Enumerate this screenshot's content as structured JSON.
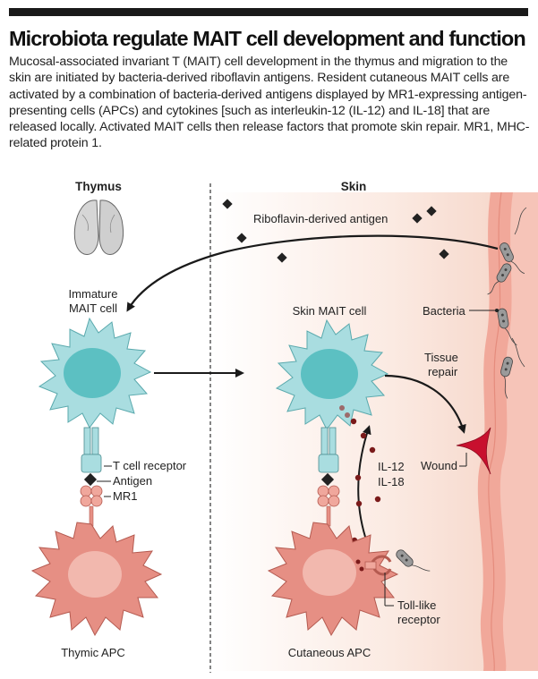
{
  "title": "Microbiota regulate MAIT cell development and function",
  "caption": "Mucosal-associated invariant T (MAIT) cell development in the thymus and migration to the skin are initiated by bacteria-derived riboflavin antigens. Resident cutaneous MAIT cells are activated by a combination of bacteria-derived antigens displayed by MR1-expressing antigen-presenting cells (APCs) and cytokines [such as interleukin-12 (IL-12) and IL-18] that are released locally. Activated MAIT cells then release factors that promote skin repair.  MR1, MHC-related protein 1.",
  "labels": {
    "thymus": "Thymus",
    "skin": "Skin",
    "riboflavin_antigen": "Riboflavin-derived antigen",
    "immature_mait_line1": "Immature",
    "immature_mait_line2": "MAIT cell",
    "skin_mait": "Skin MAIT cell",
    "bacteria": "Bacteria",
    "tissue_repair_line1": "Tissue",
    "tissue_repair_line2": "repair",
    "t_cell_receptor": "T cell receptor",
    "antigen": "Antigen",
    "mr1": "MR1",
    "il12": "IL-12",
    "il18": "IL-18",
    "wound": "Wound",
    "toll_like_line1": "Toll-like",
    "toll_like_line2": "receptor",
    "thymic_apc": "Thymic APC",
    "cutaneous_apc": "Cutaneous APC"
  },
  "colors": {
    "mait_cell": "#a9dde0",
    "mait_nucleus": "#5cc0c2",
    "apc_cell": "#e68f84",
    "apc_nucleus": "#f2b8ae",
    "skin_tint": "#f9e3d8",
    "wound": "#c8102e",
    "cytokine": "#7a1a1a",
    "antigen": "#222222"
  }
}
